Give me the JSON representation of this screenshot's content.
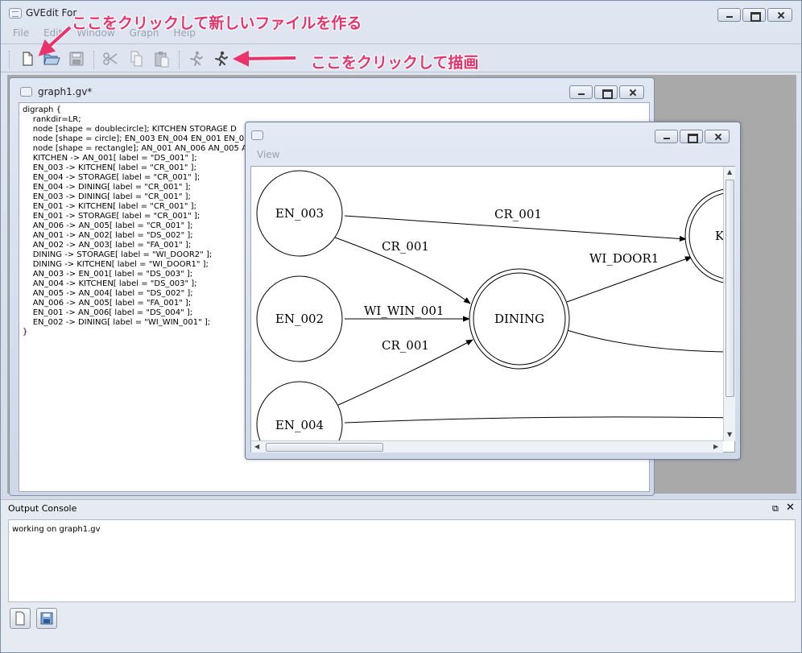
{
  "app": {
    "title": "GVEdit For",
    "menu": [
      "File",
      "Edit",
      "Window",
      "Graph",
      "Help"
    ]
  },
  "annotations": {
    "new_file": "ここをクリックして新しいファイルを作る",
    "render": "ここをクリックして描画"
  },
  "editor": {
    "title": "graph1.gv*",
    "lines": [
      "digraph {",
      "    rankdir=LR;",
      "    node [shape = doublecircle]; KITCHEN STORAGE D",
      "    node [shape = circle]; EN_003 EN_004 EN_001 EN_0",
      "    node [shape = rectangle]; AN_001 AN_006 AN_005 A",
      "    KITCHEN -> AN_001[ label = \"DS_001\" ];",
      "    EN_003 -> KITCHEN[ label = \"CR_001\" ];",
      "    EN_004 -> STORAGE[ label = \"CR_001\" ];",
      "    EN_004 -> DINING[ label = \"CR_001\" ];",
      "    EN_003 -> DINING[ label = \"CR_001\" ];",
      "    EN_001 -> KITCHEN[ label = \"CR_001\" ];",
      "    EN_001 -> STORAGE[ label = \"CR_001\" ];",
      "    AN_006 -> AN_005[ label = \"CR_001\" ];",
      "    AN_001 -> AN_002[ label = \"DS_002\" ];",
      "    AN_002 -> AN_003[ label = \"FA_001\" ];",
      "    DINING -> STORAGE[ label = \"WI_DOOR2\" ];",
      "    DINING -> KITCHEN[ label = \"WI_DOOR1\" ];",
      "    AN_003 -> EN_001[ label = \"DS_003\" ];",
      "    AN_004 -> KITCHEN[ label = \"DS_003\" ];",
      "    AN_005 -> AN_004[ label = \"DS_002\" ];",
      "    AN_006 -> AN_005[ label = \"FA_001\" ];",
      "    EN_001 -> AN_006[ label = \"DS_004\" ];",
      "    EN_002 -> DINING[ label = \"WI_WIN_001\" ];",
      "}"
    ]
  },
  "view": {
    "menu": "View",
    "nodes": {
      "en003": "EN_003",
      "en002": "EN_002",
      "en004": "EN_004",
      "dining": "DINING",
      "kitchen_partial": "K"
    },
    "edges": {
      "en003_kitchen": "CR_001",
      "en003_dining": "CR_001",
      "en002_dining": "WI_WIN_001",
      "en004_dining": "CR_001",
      "dining_kitchen": "WI_DOOR1"
    }
  },
  "console": {
    "title": "Output Console",
    "text": "working on graph1.gv"
  },
  "colors": {
    "annotation": "#e8336b",
    "mdi_background": "#a9a9a9"
  },
  "icons": {
    "toolbar": [
      "new-file-icon",
      "open-folder-icon",
      "save-icon",
      "cut-icon",
      "copy-icon",
      "paste-icon",
      "run-layout-icon",
      "run-render-icon"
    ]
  }
}
